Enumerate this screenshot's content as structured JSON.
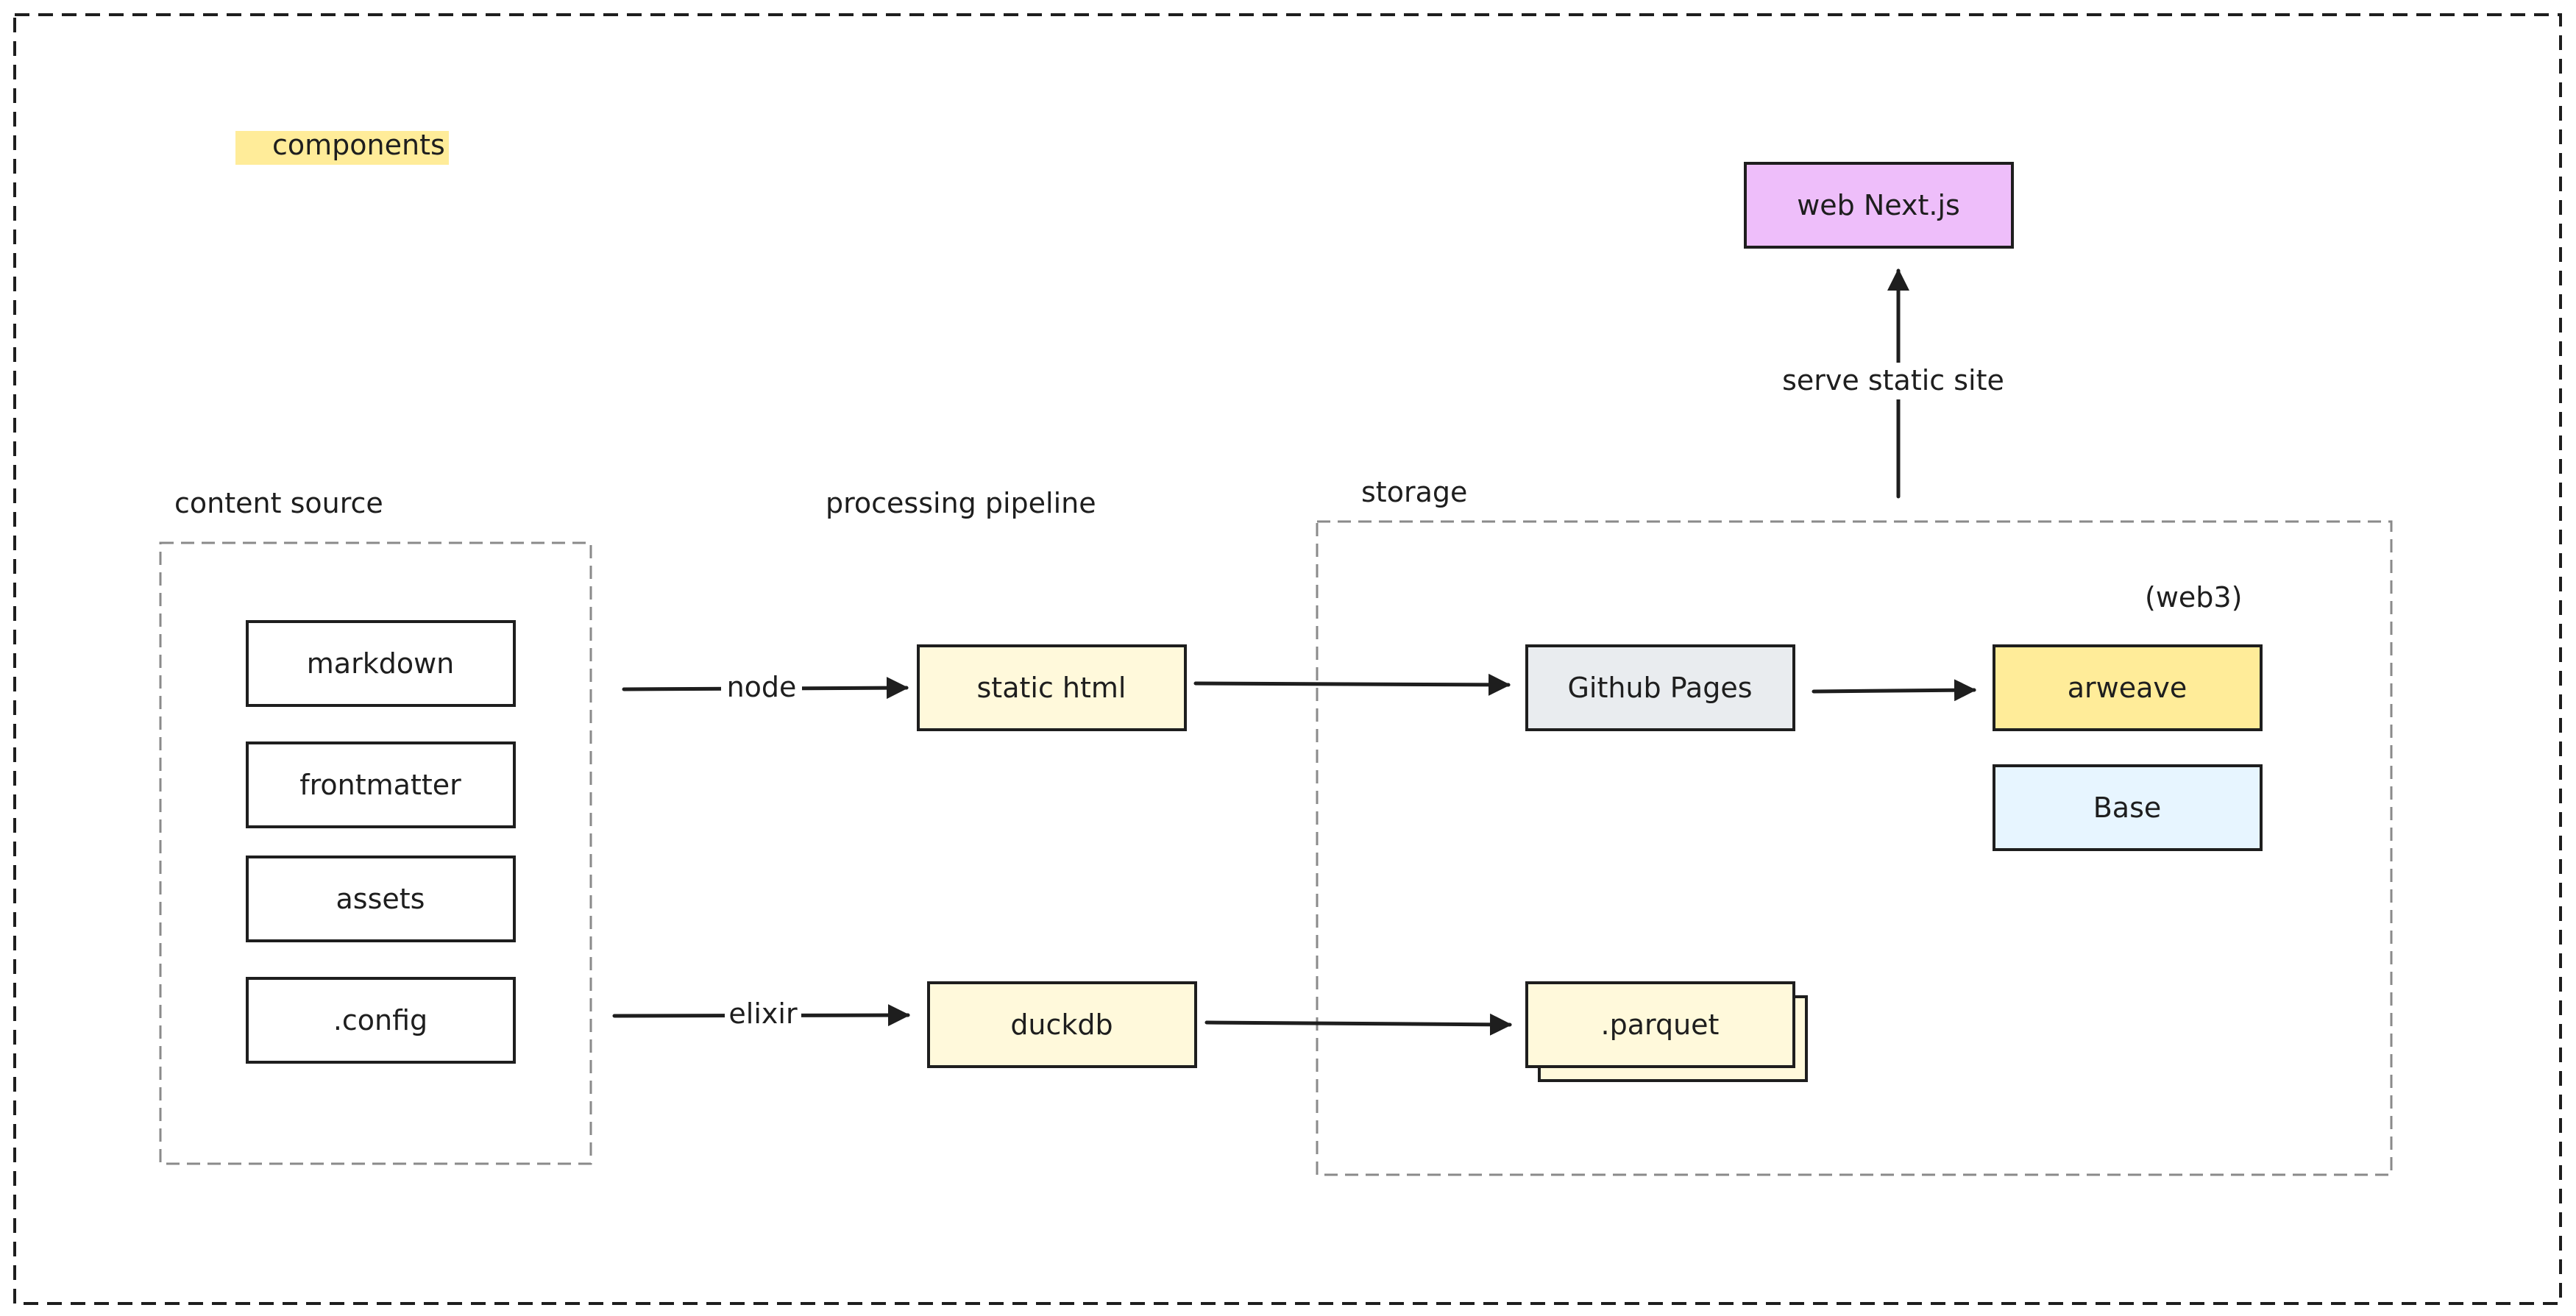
{
  "legend": {
    "label": "components",
    "color": "#ffec99"
  },
  "groups": {
    "content_source": "content source",
    "processing_pipeline": "processing pipeline",
    "storage": "storage",
    "web3": "(web3)"
  },
  "nodes": {
    "markdown": "markdown",
    "frontmatter": "frontmatter",
    "assets": "assets",
    "config": ".config",
    "static_html": "static html",
    "duckdb": "duckdb",
    "github_pages": "Github Pages",
    "parquet": ".parquet",
    "arweave": "arweave",
    "base": "Base",
    "web_nextjs": "web Next.js"
  },
  "edges": {
    "node": "node",
    "elixir": "elixir",
    "serve_static_site": "serve static site"
  },
  "colors": {
    "outer_border": "#1e1e1e",
    "group_border": "#8a8a8a",
    "plain_box": "#ffffff",
    "pipeline_box": "#fff9db",
    "github_pages": "#e9ecef",
    "arweave": "#ffec99",
    "base": "#e7f5ff",
    "web_nextjs": "#eebefa",
    "parquet": "#fff9db"
  }
}
